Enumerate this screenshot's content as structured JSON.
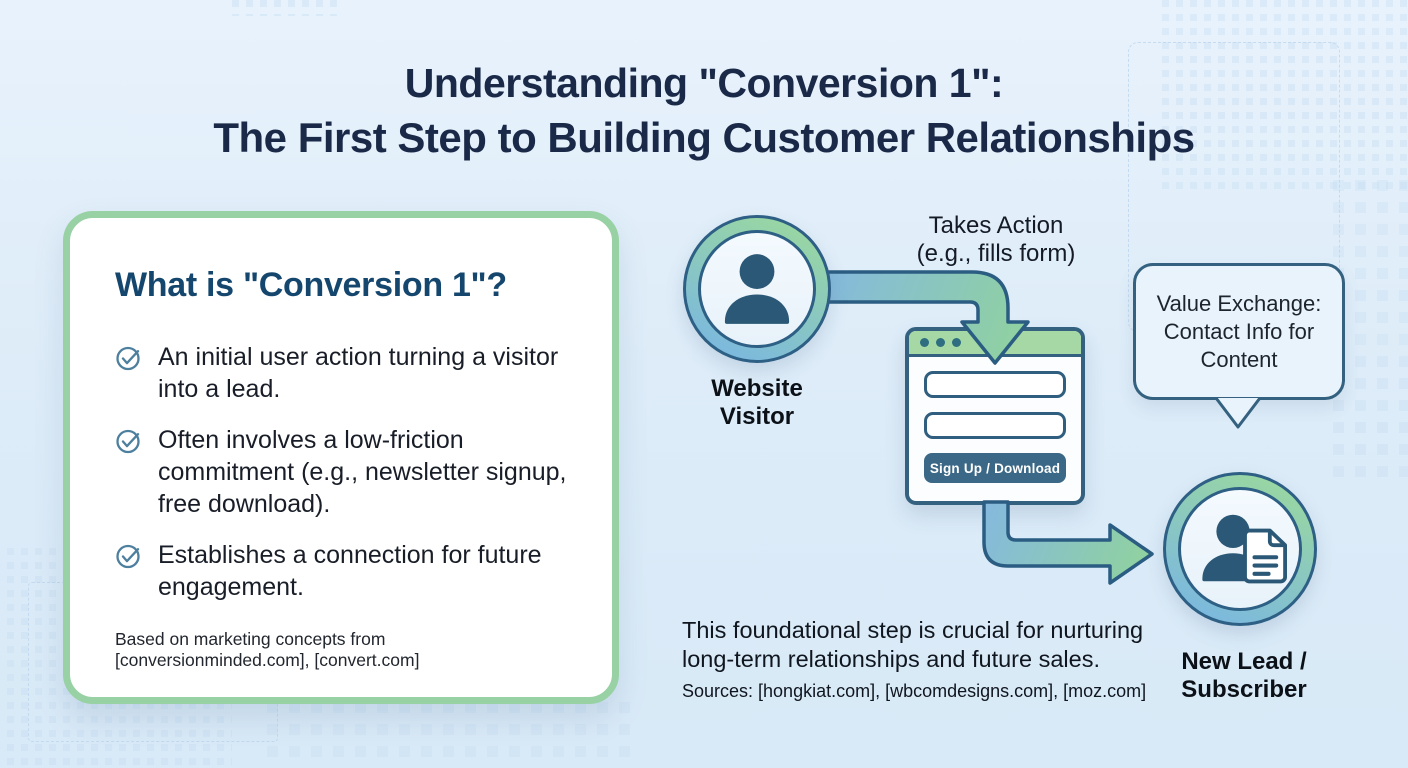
{
  "title": {
    "line1": "Understanding \"Conversion 1\":",
    "line2": "The First Step to Building Customer Relationships"
  },
  "definition_card": {
    "heading": "What is \"Conversion 1\"?",
    "items": [
      {
        "text": "An initial user action turning a visitor into a lead."
      },
      {
        "text": "Often involves a low-friction commitment (e.g., newsletter signup, free download)."
      },
      {
        "text": "Establishes a connection for future engagement."
      }
    ],
    "footnote_line1": "Based on marketing concepts from",
    "footnote_line2": "[conversionminded.com], [convert.com]"
  },
  "flow": {
    "visitor_label_line1": "Website",
    "visitor_label_line2": "Visitor",
    "action_caption_line1": "Takes Action",
    "action_caption_line2": "(e.g., fills form)",
    "form_button_label": "Sign Up / Download",
    "bubble_line1": "Value Exchange:",
    "bubble_line2": "Contact Info for",
    "bubble_line3": "Content",
    "lead_label_line1": "New Lead /",
    "lead_label_line2": "Subscriber"
  },
  "footer": {
    "statement_line1": "This foundational step is crucial for nurturing",
    "statement_line2": "long-term relationships and future sales.",
    "sources": "Sources: [hongkiat.com], [wbcomdesigns.com], [moz.com]"
  },
  "icons": {
    "bullet": "check-circle-icon",
    "visitor": "person-icon",
    "lead": "person-with-document-icon",
    "browser_dots": "window-dots-icon"
  },
  "colors": {
    "background": "#ddecf8",
    "title_text": "#1a2947",
    "card_border": "#97d1a4",
    "card_heading": "#15476e",
    "check_icon": "#4d7f9e",
    "ring_green": "#99d7a2",
    "ring_blue": "#7cb9dd",
    "outline_dark_blue": "#2e5f84",
    "browser_header_green": "#a5d8a5",
    "button_bg": "#3a6886",
    "arrow_blue": "#85badc",
    "arrow_green": "#90d1a1"
  }
}
